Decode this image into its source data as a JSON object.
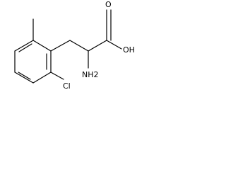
{
  "structure": {
    "atom_labels": {
      "carbonyl_oxygen": "O",
      "hydroxyl": "OH",
      "amine": "NH2",
      "chlorine": "Cl"
    }
  }
}
